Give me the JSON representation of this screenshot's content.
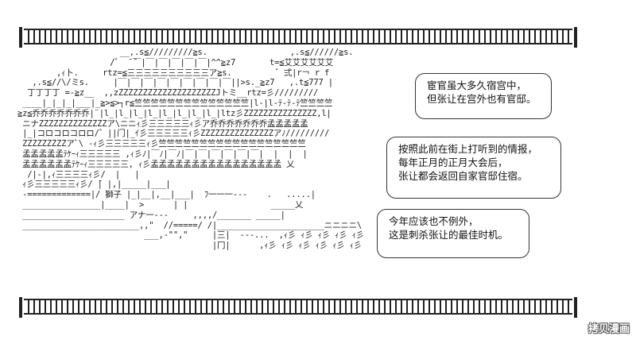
{
  "dialogue": [
    {
      "lines": [
        "宦官虽大多久宿宫中，",
        "但张让在宫外也有官邸。"
      ]
    },
    {
      "lines": [
        "按照此前在街上打听到的情报，",
        "每年正月的正月大会后，",
        "张让都会返回自家官邸住宿。"
      ]
    },
    {
      "lines": [
        "今年应该也不例外，",
        "这是刺杀张让的最佳时机。"
      ]
    }
  ],
  "sign_text": "獅子",
  "ascii_art": "                     __,.s≦/////////≧s.                 ,.s≦//////≧s.\n                   /゛ ̄ ̄￣|￣|￣|￣|￣|￣|^^≧z7       t=≦艾艾艾艾艾艾\n        ,ｨ卜.     rtz=≦三三三三三三三三三三ア≧s.         ゛弍|r￢ r f\n   ,.s≦//\\/ミs.     |￣|￣|￣|￣|￣|￣|￣|￣|￣||>s._≧z7   ,.t≦777 |\n  ̄丁丁丁丁 =-≧z__  ,,zZZZZZZZZZZZZZZZZZZZZJトミ__rtz=彡/////////\n ____|_|_|_|___|_≧>≦>┐r≦竺竺竺竺竺竺竺竺竺竺竺竺竺竺|l-|l-ﾃ-ﾃ-ﾃ竺竺竺竺\n≧z≦乔乔乔乔乔乔乔|¨|l_|l_|l_|l_|l_|l_|l_|l_|ltz彡ZZZZZZZZZZZZZZZ,l|\n ニナZZZZZZZZZZZZZZア\\ニニｨ彡三三三三三ｨ彡ア乔乔乔乔乔乔乔孟孟孟孟孟\n |_|コロコロコロロ/゛||门|_ｲ彡三三三三三ｨ彡ZZZZZZZZZZZZZZZアﾉ/////////\n ZZZZZZZZZアﾞ\\ -ｨ彡三三三三三ｨ彡竺竺竺竺竺竺竺竺竺竺竺竺竺竺竺竺竺竺\n 孟孟孟孟孟ﾃｹｰｨ三三三三三 ,ｨ彡ﾉ|￣ﾉ|￣ﾉ|￣|￣|￣|￣|￣|￣|  |  |  |\n 孟孟孟孟孟孟ﾃｹｰｨ三三三三三, ｨ彡孟孟孟孟孟孟孟孟孟孟孟孟孟孟孟孟 乂\n  /|-|,ｨ三三三三ｨ彡/  |   |\n ｨ彡三三三三三ｨ彡/ ̄| |,|_____|___|\n -=============|/ 獅子 |_|__|,__|___|  ﾌ一一一---    .   .....|\n ________________|____|  >      | |                 _____乂\n _____________________ アナ一---     ,,,,/_______ _____|\n ________________________,,\"  //=====/ /|______________________ニニニニ\\\n                          ___,-\"\",\"     |三|  ---...  ,ｨ彡 ｨ彡 ｨ彡 ｨ彡 ｨ彡\n                                        |冂|      ,ｨ彡 ｨ彡 ｨ彡 ｨ彡 ｨ彡 ｨ彡",
  "watermark": "拷贝漫画"
}
